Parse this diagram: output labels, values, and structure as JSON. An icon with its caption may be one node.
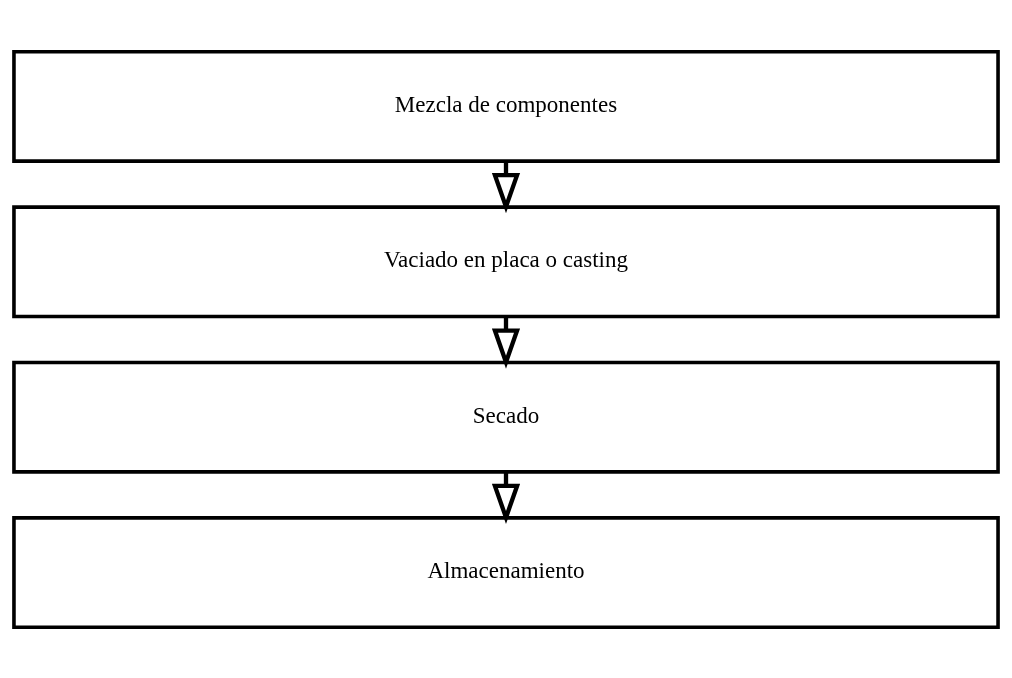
{
  "diagram": {
    "nodes": [
      {
        "text": [
          "Mezcla de componentes"
        ]
      },
      {
        "text": [
          "Vaciado en placa o casting"
        ]
      },
      {
        "text": [
          "Secado"
        ]
      },
      {
        "text": [
          "Almacenamiento"
        ]
      }
    ],
    "edges": [
      {
        "from": 0,
        "to": 1,
        "arrow": "to"
      },
      {
        "from": 1,
        "to": 2,
        "arrow": "to"
      },
      {
        "from": 2,
        "to": 3,
        "arrow": "to"
      }
    ]
  }
}
